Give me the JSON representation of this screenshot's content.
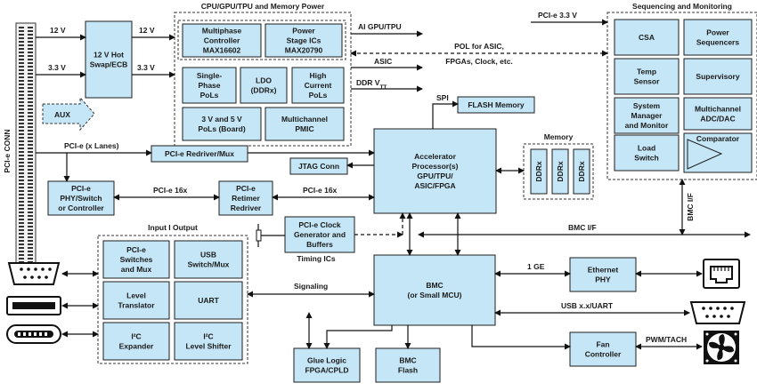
{
  "groups": {
    "cpu": "CPU/GPU/TPU and Memory Power",
    "seq": "Sequencing and Monitoring",
    "io": "Input  I  Output",
    "timing": "Timing ICs",
    "memory": "Memory",
    "pcie_conn": "PCI-e CONN"
  },
  "blocks": {
    "hotswap": [
      "12 V Hot",
      "Swap/ECB"
    ],
    "multiphase": [
      "Multiphase",
      "Controller",
      "MAX16602"
    ],
    "powerstage": [
      "Power",
      "Stage ICs",
      "MAX20790"
    ],
    "singlephase": [
      "Single-",
      "Phase",
      "PoLs"
    ],
    "ldo": [
      "LDO",
      "(DDRx)"
    ],
    "highcurrent": [
      "High",
      "Current",
      "PoLs"
    ],
    "pol3v5v": [
      "3 V and 5 V",
      "PoLs (Board)"
    ],
    "pmic": [
      "Multichannel",
      "PMIC"
    ],
    "csa": [
      "CSA"
    ],
    "powerseq": [
      "Power",
      "Sequencers"
    ],
    "tempsensor": [
      "Temp",
      "Sensor"
    ],
    "supervisory": [
      "Supervisory"
    ],
    "sysmgr": [
      "System",
      "Manager",
      "and Monitor"
    ],
    "adcdac": [
      "Multichannel",
      "ADC/DAC"
    ],
    "loadswitch": [
      "Load",
      "Switch"
    ],
    "comparator": "Comparator",
    "flash": [
      "FLASH Memory"
    ],
    "redrivermux": [
      "PCI-e Redriver/Mux"
    ],
    "jtag": [
      "JTAG Conn"
    ],
    "accel": [
      "Accelerator",
      "Processor(s)",
      "GPU/TPU/",
      "ASIC/FPGA"
    ],
    "ddr": [
      "DDRx",
      "DDRx",
      "DDRx"
    ],
    "phy": [
      "PCI-e",
      "PHY/Switch",
      "or Controller"
    ],
    "retimer": [
      "PCI-e",
      "Retimer",
      "Redriver"
    ],
    "clockgen": [
      "PCI-e Clock",
      "Generator and",
      "Buffers"
    ],
    "pcieswitch": [
      "PCI-e",
      "Switches",
      "and Mux"
    ],
    "usbswitch": [
      "USB",
      "Switch/Mux"
    ],
    "level": [
      "Level",
      "Translator"
    ],
    "uart": [
      "UART"
    ],
    "i2cexp": [
      "I²C",
      "Expander"
    ],
    "i2cshift": [
      "I²C",
      "Level Shifter"
    ],
    "bmc": [
      "BMC",
      "(or Small MCU)"
    ],
    "ethphy": [
      "Ethernet",
      "PHY"
    ],
    "fan": [
      "Fan",
      "Controller"
    ],
    "glue": [
      "Glue Logic",
      "FPGA/CPLD"
    ],
    "bmcflash": [
      "BMC",
      "Flash"
    ]
  },
  "labels": {
    "v12a": "12 V",
    "v12b": "12 V",
    "v33a": "3.3 V",
    "v33b": "3.3 V",
    "aux": "AUX",
    "aigpu": "AI GPU/TPU",
    "pcie33": "PCI-e 3.3 V",
    "pol": "POL for ASIC,",
    "pol2": "FPGAs, Clock, etc.",
    "asic": "ASIC",
    "ddrvtt": "DDR V",
    "ddrvtt_sub": "TT",
    "spi": "SPI",
    "pciex": "PCI-e (x Lanes)",
    "pcie16a": "PCI-e 16x",
    "pcie16b": "PCI-e 16x",
    "bmcif_v": "BMC I/F",
    "bmcif_h": "BMC I/F",
    "signaling": "Signaling",
    "ge": "1 GE",
    "usbuart": "USB x.x/UART",
    "pwm": "PWM/TACH"
  }
}
